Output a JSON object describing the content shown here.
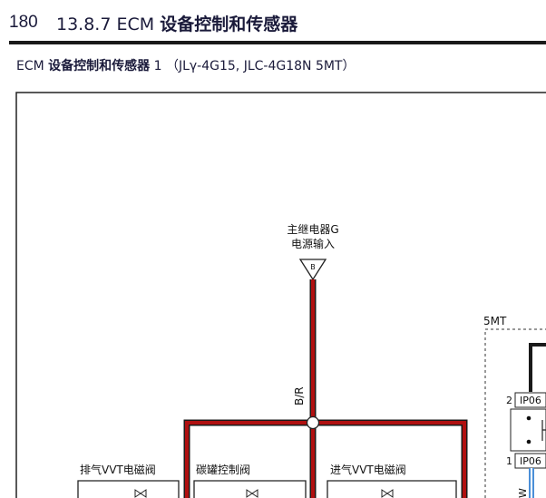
{
  "header": {
    "page_number": "180",
    "section_number": "13.8.7 ECM ",
    "section_title": "设备控制和传感器"
  },
  "subtitle": {
    "prefix": "ECM ",
    "title": "设备控制和传感器",
    "suffix": " 1 （JLγ-4G15, JLC-4G18N 5MT）"
  },
  "diagram": {
    "power_source_line1": "主继电器G",
    "power_source_line2": "电源输入",
    "connector_letter": "B",
    "wire_color_label": "B/R",
    "group_label_5mt": "5MT",
    "component_1": "排气VVT电磁阀",
    "component_2": "碳罐控制阀",
    "component_3": "进气VVT电磁阀",
    "connector_ip06_top": "IP06",
    "connector_ip06_bottom": "IP06",
    "pin_2": "2",
    "pin_1": "1",
    "wire_partial": "W"
  },
  "colors": {
    "wire_red": "#b01010",
    "wire_black": "#1a1a1a",
    "wire_white_blue": "#4a8fd8",
    "header_text": "#1a1a3a"
  }
}
